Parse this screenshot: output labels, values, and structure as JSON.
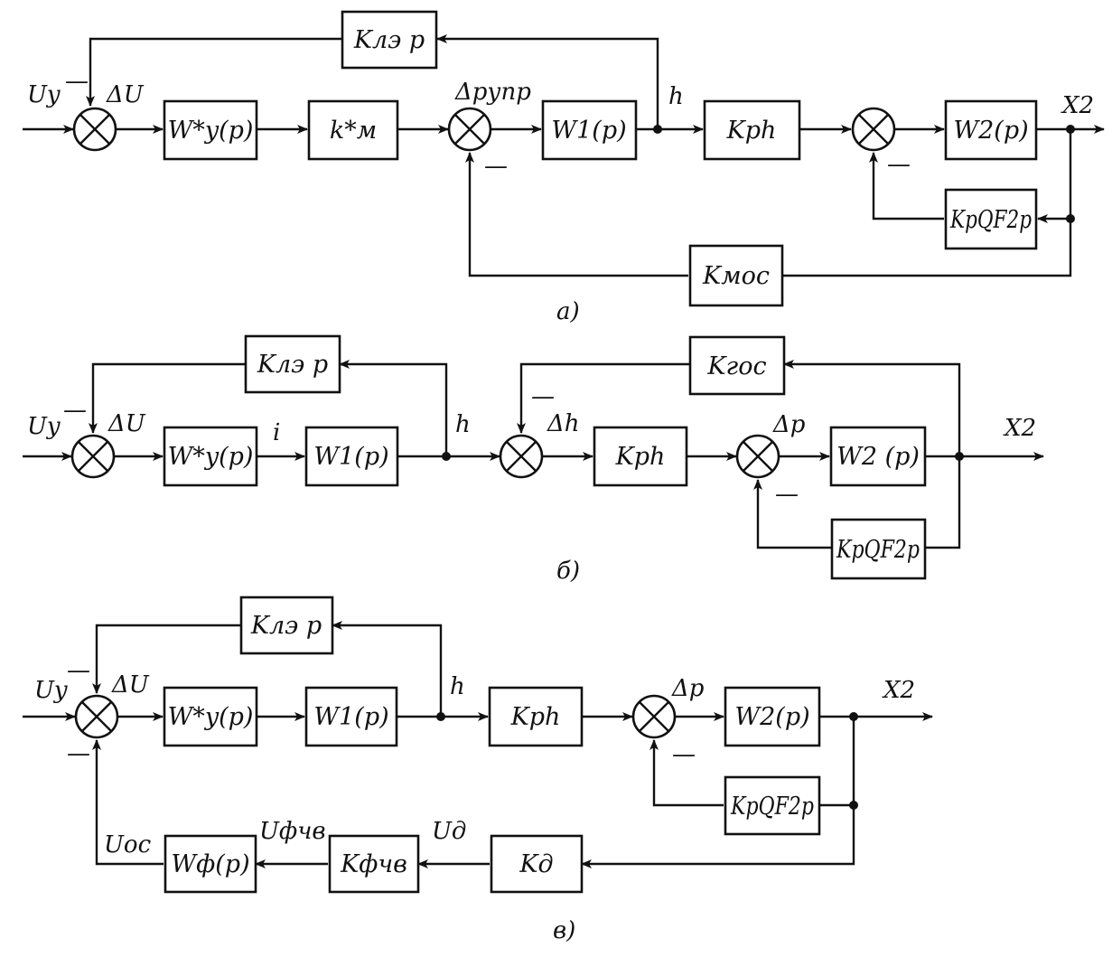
{
  "diagrams": {
    "a": {
      "caption": "а)",
      "blocks": {
        "k_le": "Kлэ p",
        "w_u": "W*y(p)",
        "k_m": "k*м",
        "w1": "W1(p)",
        "k_ph": "Kph",
        "w2": "W2(p)",
        "k_pq": "KpQF2p",
        "k_mos": "Kмос"
      },
      "labels": {
        "u_y": "Uy",
        "du": "ΔU",
        "dp_upr": "Δpупр",
        "h": "h",
        "x2": "X2",
        "minus": "—"
      }
    },
    "b": {
      "caption": "б)",
      "blocks": {
        "k_le": "Kлэ p",
        "w_u": "W*y(p)",
        "w1": "W1(p)",
        "k_gos": "Kгос",
        "k_ph": "Kph",
        "w2": "W2 (p)",
        "k_pq": "KpQF2p"
      },
      "labels": {
        "u_y": "Uy",
        "du": "ΔU",
        "i": "i",
        "h": "h",
        "dh": "Δh",
        "dp": "Δp",
        "x2": "X2",
        "minus": "—"
      }
    },
    "c": {
      "caption": "в)",
      "blocks": {
        "k_le": "Kлэ p",
        "w_u": "W*y(p)",
        "w1": "W1(p)",
        "k_ph": "Kph",
        "w2": "W2(p)",
        "k_pq": "KpQF2p",
        "w_f": "Wф(p)",
        "k_fchv": "Kфчв",
        "k_d": "Kд"
      },
      "labels": {
        "u_y": "Uy",
        "du": "ΔU",
        "h": "h",
        "dp": "Δp",
        "x2": "X2",
        "u_os": "Uос",
        "u_fchv": "Uфчв",
        "u_d": "Uд",
        "minus": "—"
      }
    }
  }
}
